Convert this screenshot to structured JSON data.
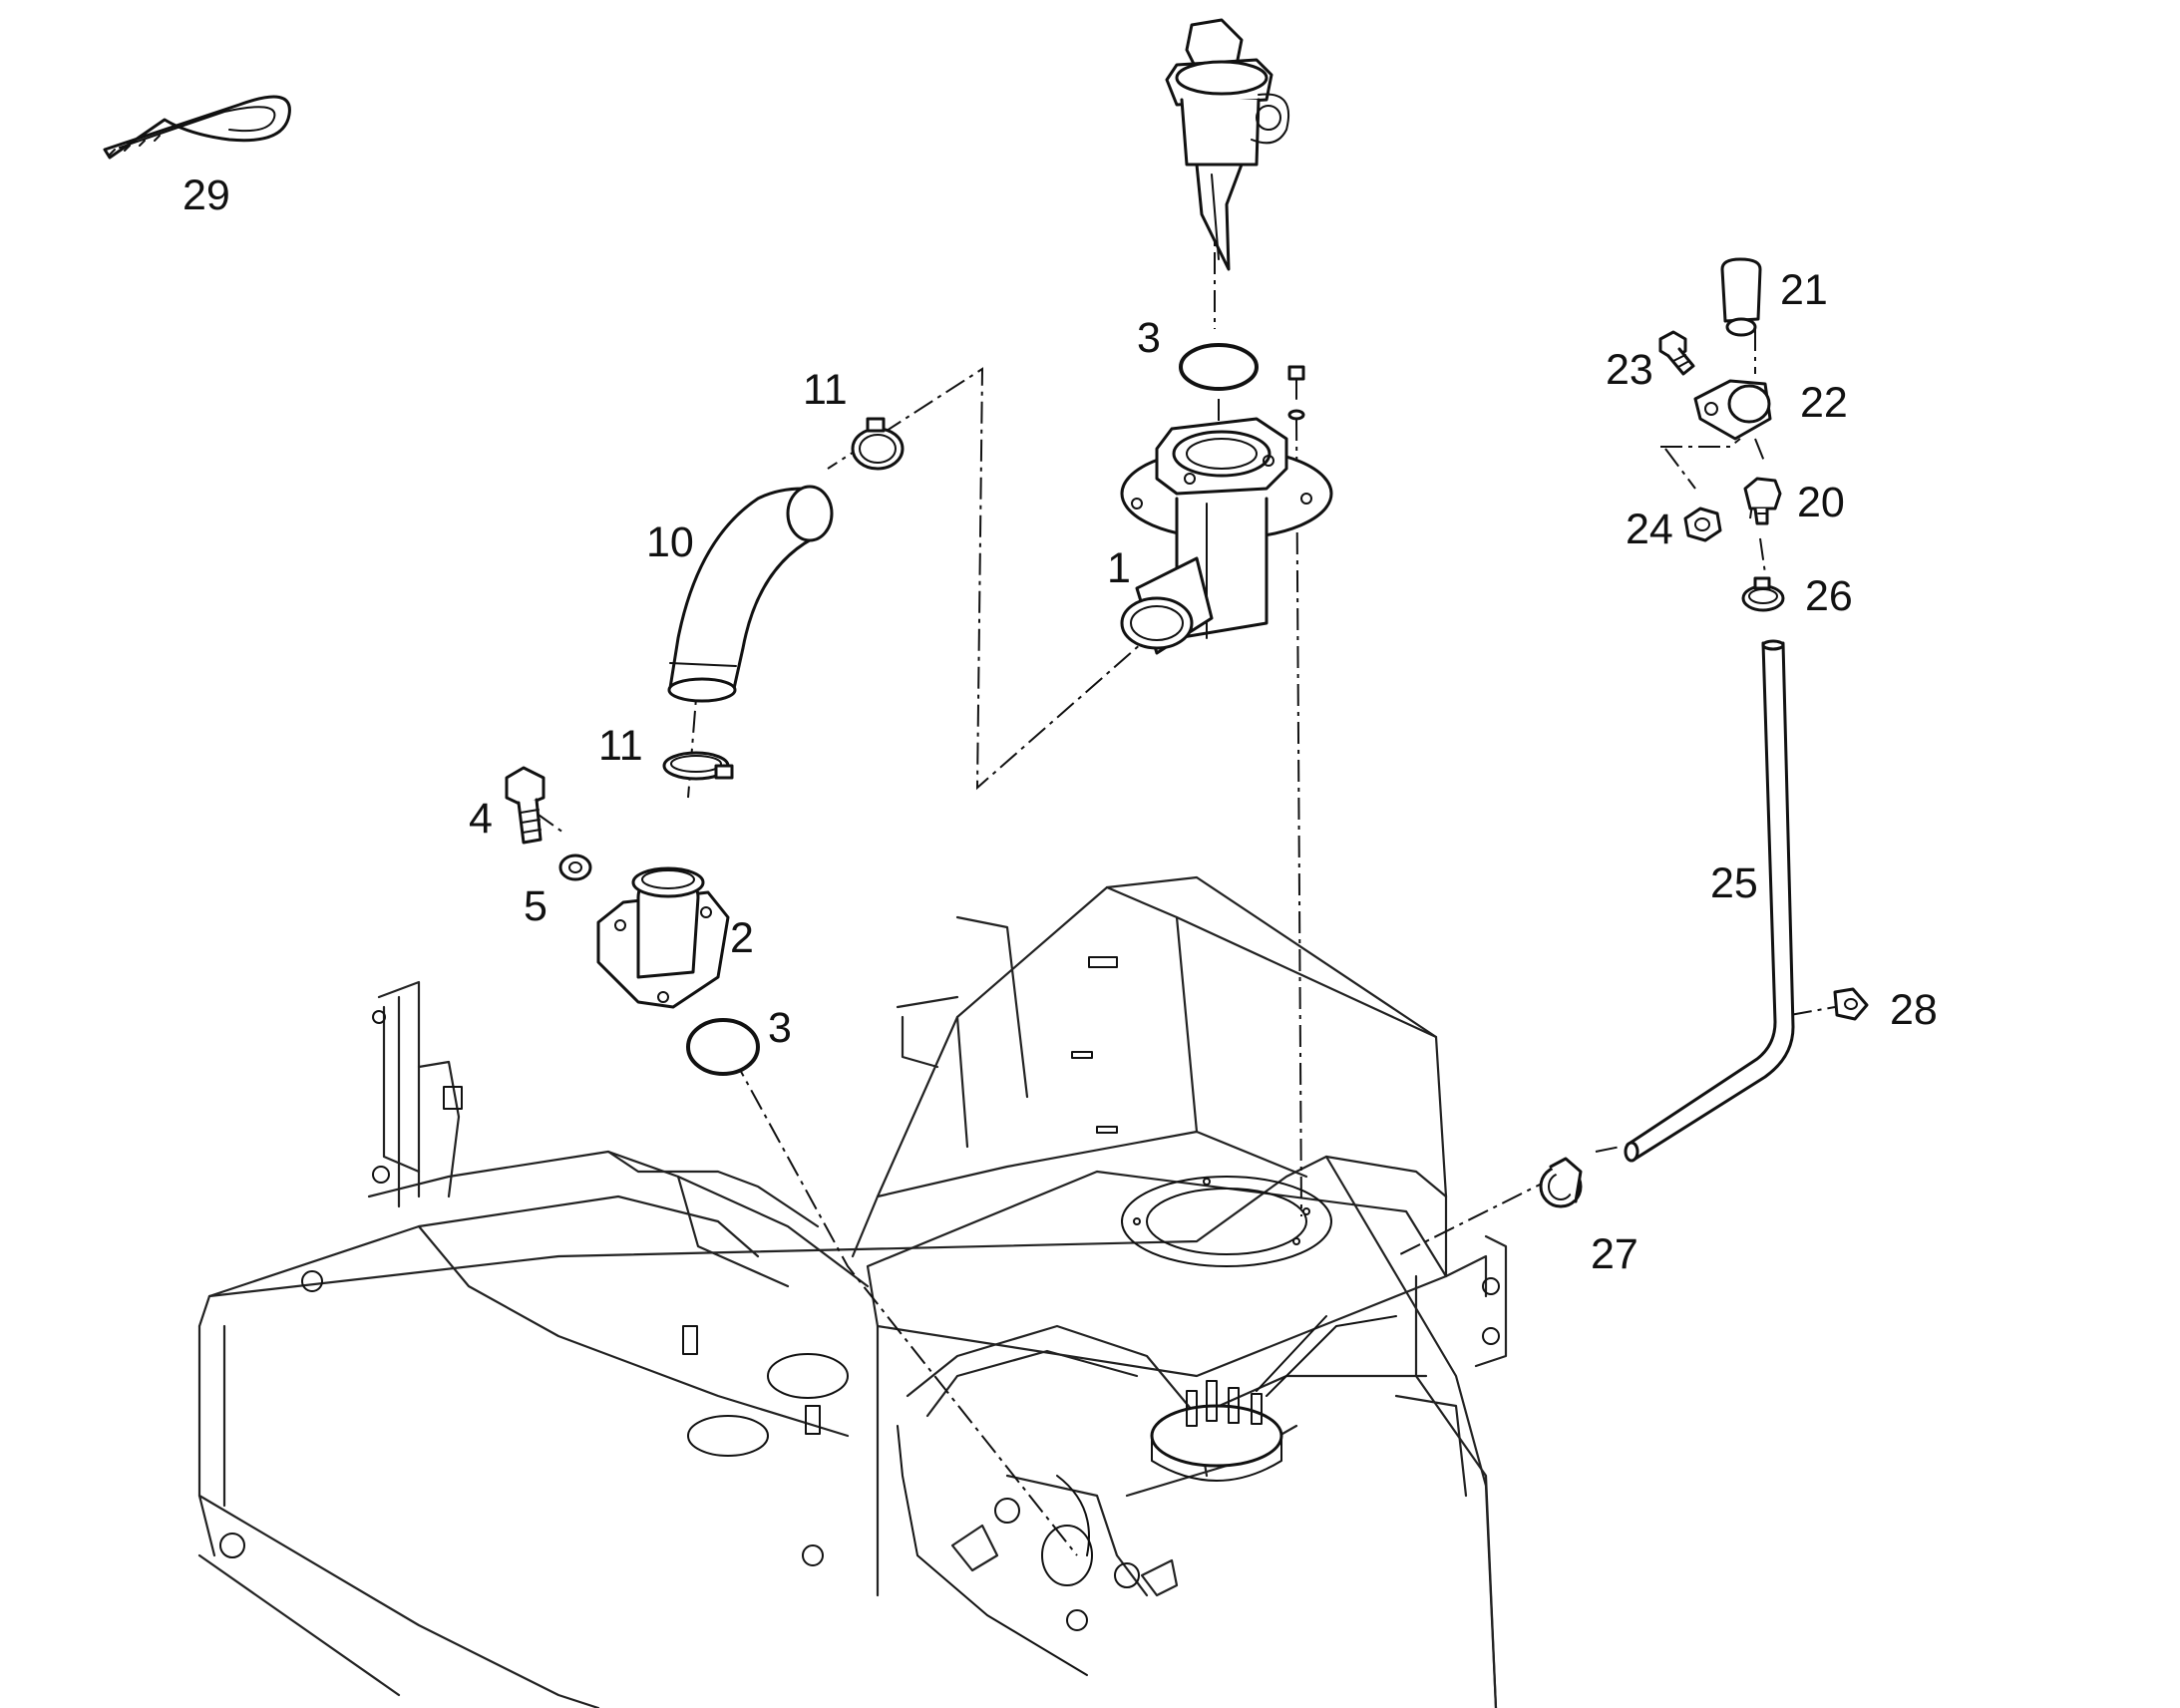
{
  "diagram": {
    "callouts": [
      {
        "key": "29",
        "text": "29"
      },
      {
        "key": "3a",
        "text": "3"
      },
      {
        "key": "11a",
        "text": "11"
      },
      {
        "key": "10",
        "text": "10"
      },
      {
        "key": "1",
        "text": "1"
      },
      {
        "key": "11b",
        "text": "11"
      },
      {
        "key": "4",
        "text": "4"
      },
      {
        "key": "5",
        "text": "5"
      },
      {
        "key": "2",
        "text": "2"
      },
      {
        "key": "3b",
        "text": "3"
      },
      {
        "key": "21",
        "text": "21"
      },
      {
        "key": "23",
        "text": "23"
      },
      {
        "key": "22",
        "text": "22"
      },
      {
        "key": "24",
        "text": "24"
      },
      {
        "key": "20",
        "text": "20"
      },
      {
        "key": "26",
        "text": "26"
      },
      {
        "key": "25",
        "text": "25"
      },
      {
        "key": "28",
        "text": "28"
      },
      {
        "key": "27",
        "text": "27"
      }
    ]
  }
}
